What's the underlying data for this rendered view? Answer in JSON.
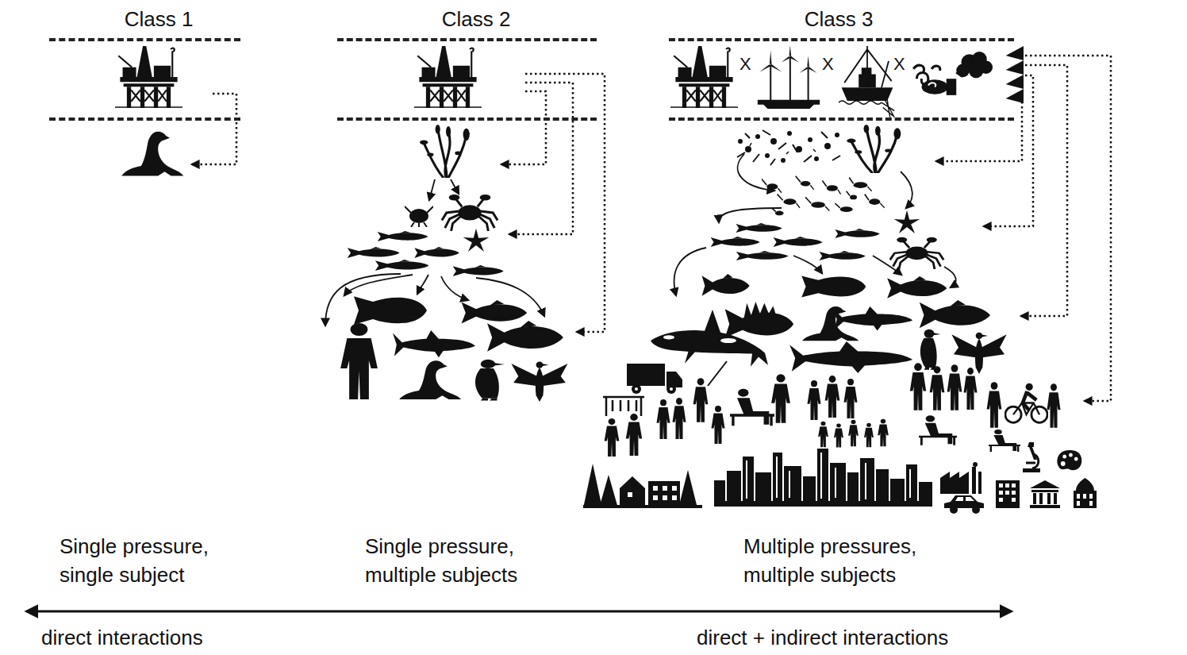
{
  "diagram": {
    "nodes": [
      {
        "text": [
          "Class 1"
        ]
      },
      {
        "text": [
          "Class 2"
        ]
      },
      {
        "text": [
          "Class 3"
        ]
      }
    ],
    "labels": [
      "X",
      "X",
      "X",
      "Single pressure, single subject",
      "Single pressure, multiple subjects",
      "Multiple pressures, multiple subjects",
      "direct interactions",
      "direct + indirect interactions"
    ]
  }
}
